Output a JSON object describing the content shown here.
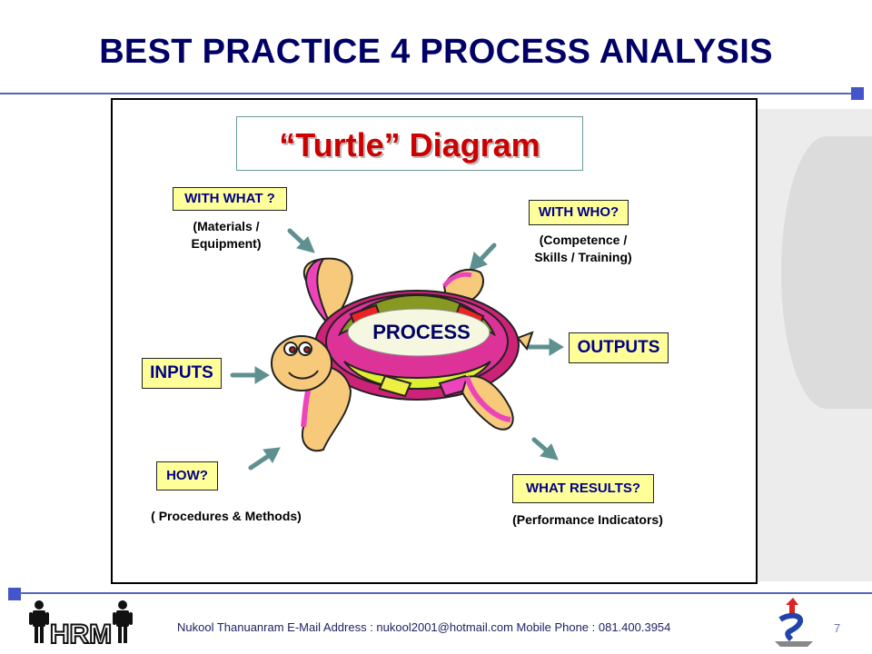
{
  "slide": {
    "title": "BEST PRACTICE 4 PROCESS ANALYSIS",
    "page_number": "7"
  },
  "diagram": {
    "heading": "“Turtle” Diagram",
    "center": "PROCESS",
    "with_what": {
      "label": "WITH WHAT ?",
      "note_line1": "(Materials /",
      "note_line2": "Equipment)"
    },
    "with_who": {
      "label": "WITH WHO?",
      "note_line1": "(Competence /",
      "note_line2": "Skills / Training)"
    },
    "inputs": {
      "label": "INPUTS"
    },
    "outputs": {
      "label": "OUTPUTS"
    },
    "how": {
      "label": "HOW?",
      "note": "( Procedures & Methods)"
    },
    "what_results": {
      "label": "WHAT RESULTS?",
      "note": "(Performance Indicators)"
    }
  },
  "footer": {
    "contact": "Nukool Thanuanram  E-Mail Address : nukool2001@hotmail.com  Mobile Phone : 081.400.3954",
    "logo_text": "HRM"
  },
  "colors": {
    "title": "#000066",
    "heading": "#cc0000",
    "label_fill": "#ffff99",
    "arrow": "#5f9090",
    "rule": "#5566bb"
  },
  "icons": [
    "arrow-icon",
    "turtle-illustration",
    "hrm-logo",
    "arrow-logo-icon"
  ]
}
